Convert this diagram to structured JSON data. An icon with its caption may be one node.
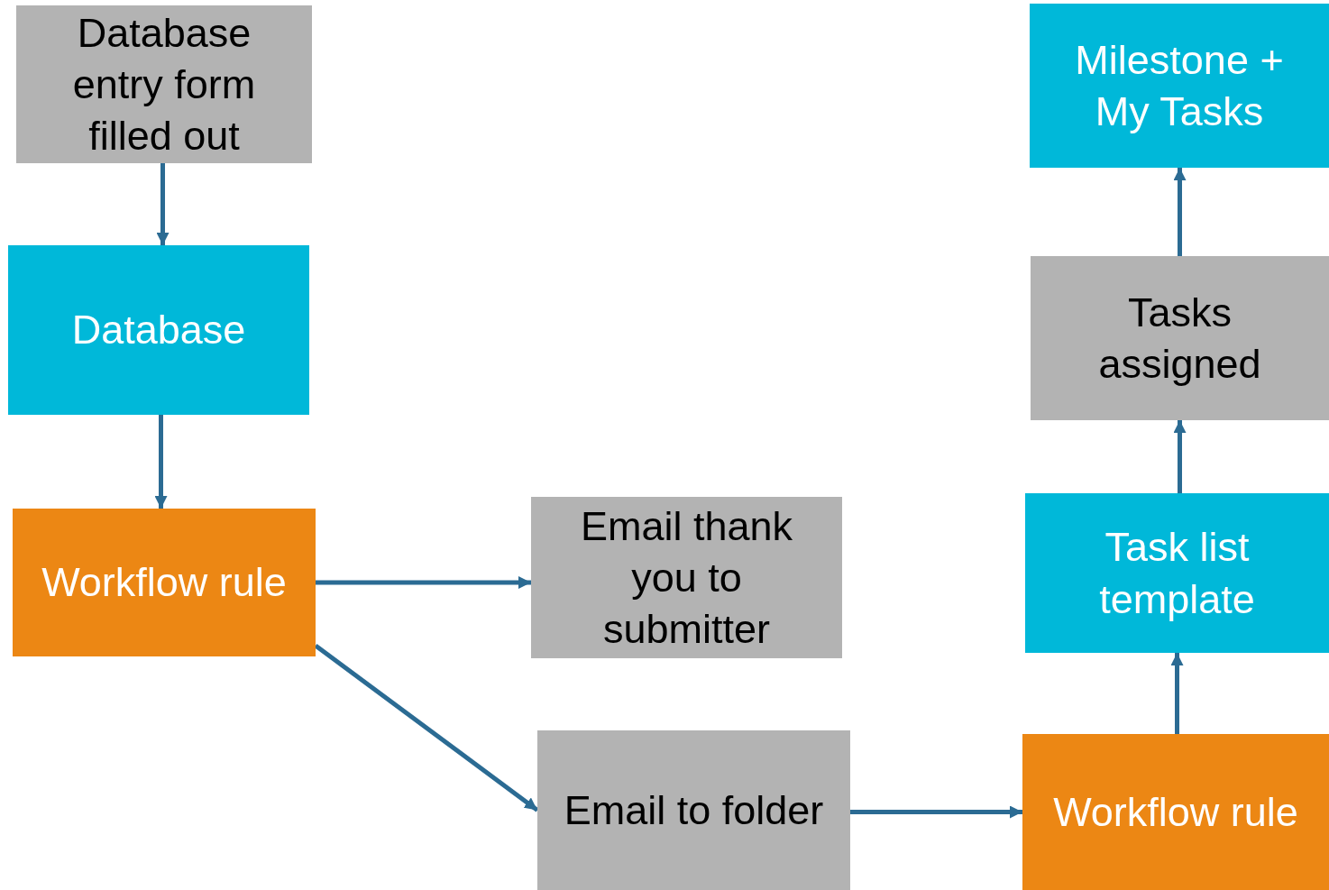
{
  "diagram": {
    "nodes": [
      {
        "text": [
          "Database entry form filled out"
        ]
      },
      {
        "text": [
          "Database"
        ]
      },
      {
        "text": [
          "Workflow rule"
        ]
      },
      {
        "text": [
          "Email thank you to submitter"
        ]
      },
      {
        "text": [
          "Email to folder"
        ]
      },
      {
        "text": [
          "Workflow rule"
        ]
      },
      {
        "text": [
          "Task list template"
        ]
      },
      {
        "text": [
          "Tasks assigned"
        ]
      },
      {
        "text": [
          "Milestone + My Tasks"
        ]
      }
    ],
    "edges": [
      {
        "from": 0,
        "to": 1,
        "arrow": "to"
      },
      {
        "from": 1,
        "to": 2,
        "arrow": "to"
      },
      {
        "from": 2,
        "to": 3,
        "arrow": "to"
      },
      {
        "from": 2,
        "to": 4,
        "arrow": "to"
      },
      {
        "from": 4,
        "to": 5,
        "arrow": "to"
      },
      {
        "from": 5,
        "to": 6,
        "arrow": "to"
      },
      {
        "from": 6,
        "to": 7,
        "arrow": "to"
      },
      {
        "from": 7,
        "to": 8,
        "arrow": "to"
      }
    ]
  }
}
